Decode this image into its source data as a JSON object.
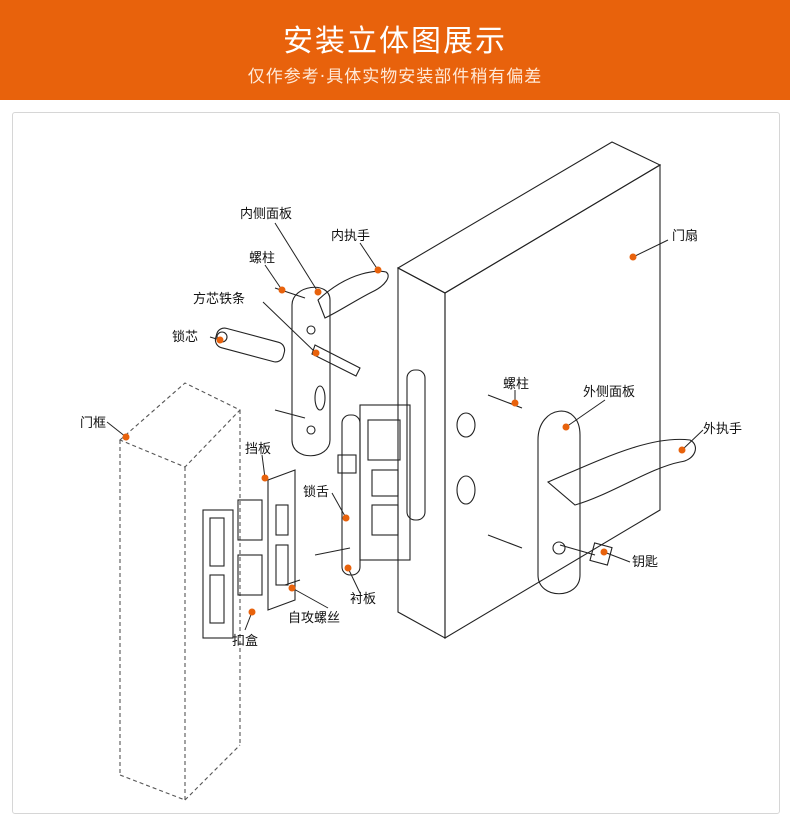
{
  "header": {
    "title": "安装立体图展示",
    "subtitle": "仅作参考·具体实物安装部件稍有偏差"
  },
  "colors": {
    "accent": "#e8620c",
    "callout_dot": "#e8620c",
    "line": "#222222"
  },
  "labels": {
    "inner_panel": "内侧面板",
    "inner_handle": "内执手",
    "door_leaf": "门扇",
    "stud_left": "螺柱",
    "square_spindle": "方芯铁条",
    "cylinder": "锁芯",
    "door_frame": "门框",
    "stud_right": "螺柱",
    "outer_panel": "外侧面板",
    "outer_handle": "外执手",
    "strike_plate": "挡板",
    "latch": "锁舌",
    "key": "钥匙",
    "face_plate": "衬板",
    "self_tapping_screw": "自攻螺丝",
    "strike_box": "扣盒"
  }
}
